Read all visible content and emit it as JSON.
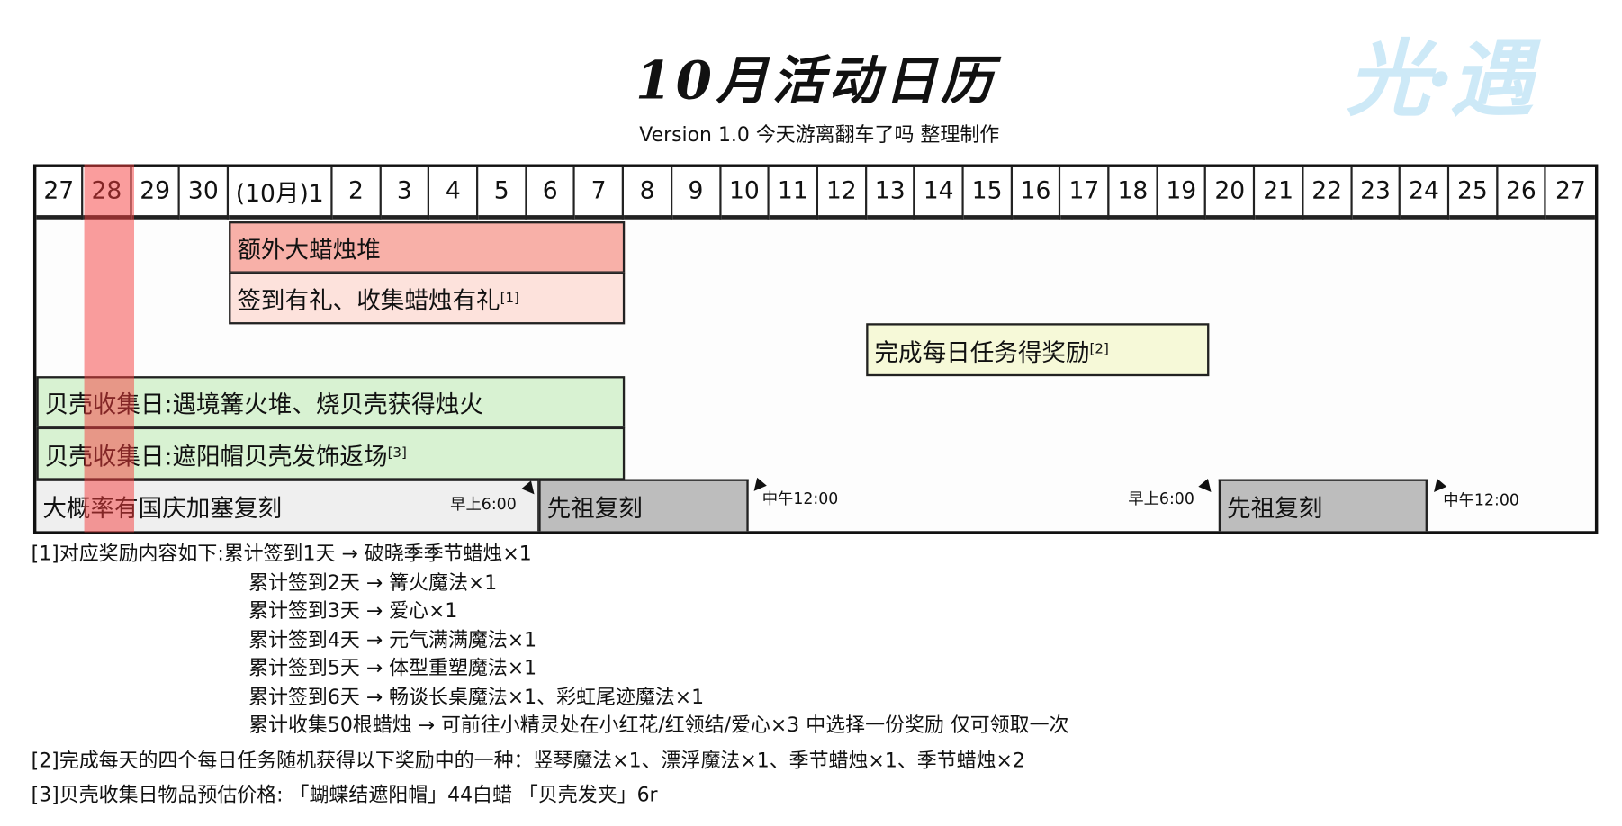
{
  "header": {
    "title": "10月活动日历",
    "subtitle": "Version 1.0  今天游离翻车了吗 整理制作",
    "logo": "光·遇"
  },
  "calendar": {
    "days": [
      "27",
      "28",
      "29",
      "30",
      "(10月)1",
      "2",
      "3",
      "4",
      "5",
      "6",
      "7",
      "8",
      "9",
      "10",
      "11",
      "12",
      "13",
      "14",
      "15",
      "16",
      "17",
      "18",
      "19",
      "20",
      "21",
      "22",
      "23",
      "24",
      "25",
      "26",
      "27"
    ],
    "highlighted_day": "28",
    "events": {
      "candle": "额外大蜡烛堆",
      "checkin": "签到有礼、收集蜡烛有礼",
      "checkin_ref": "[1]",
      "daily": "完成每日任务得奖励",
      "daily_ref": "[2]",
      "shell1": "贝壳收集日:遇境篝火堆、烧贝壳获得烛火",
      "shell2": "贝壳收集日:遮阳帽贝壳发饰返场",
      "shell2_ref": "[3]",
      "national": "大概率有国庆加塞复刻",
      "ancestor1": "先祖复刻",
      "ancestor2": "先祖复刻",
      "t1": "早上6:00",
      "t2": "中午12:00",
      "t3": "早上6:00",
      "t4": "中午12:00"
    }
  },
  "notes": {
    "n1_head": "[1]对应奖励内容如下:累计签到1天 → 破晓季季节蜡烛×1",
    "n1_lines": [
      "累计签到2天 → 篝火魔法×1",
      "累计签到3天 → 爱心×1",
      "累计签到4天 → 元气满满魔法×1",
      "累计签到5天 → 体型重塑魔法×1",
      "累计签到6天 → 畅谈长桌魔法×1、彩虹尾迹魔法×1",
      "累计收集50根蜡烛 → 可前往小精灵处在小红花/红领结/爱心×3 中选择一份奖励 仅可领取一次"
    ],
    "n2": "[2]完成每天的四个每日任务随机获得以下奖励中的一种：竖琴魔法×1、漂浮魔法×1、季节蜡烛×1、季节蜡烛×2",
    "n3": "[3]贝壳收集日物品预估价格:  「蝴蝶结遮阳帽」44白蜡     「贝壳发夹」6r"
  }
}
